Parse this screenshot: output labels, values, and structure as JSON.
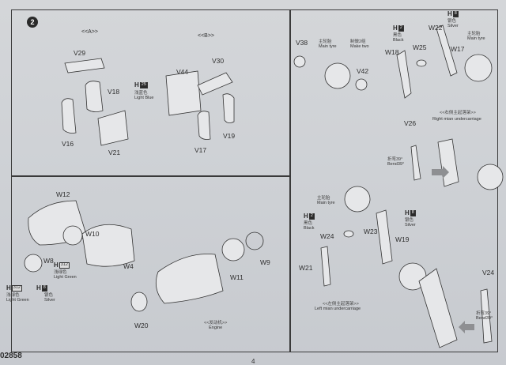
{
  "step_number": "2",
  "section_a_label": "<<A>>",
  "section_b_label": "<<B>>",
  "parts": {
    "v29": "V29",
    "v18": "V18",
    "v16": "V16",
    "v21": "V21",
    "v44": "V44",
    "v30": "V30",
    "v17": "V17",
    "v19": "V19",
    "w12": "W12",
    "w10": "W10",
    "w8": "W8",
    "w4": "W4",
    "w11": "W11",
    "w9": "W9",
    "w20": "W20",
    "v38": "V38",
    "v42": "V42",
    "w22": "W22",
    "w25": "W25",
    "w17": "W17",
    "w18": "W18",
    "v26": "V26",
    "w24": "W24",
    "w23": "W23",
    "w19": "W19",
    "w21": "W21",
    "v24": "V24"
  },
  "paint_light_blue": {
    "h": "H",
    "code": "25",
    "cn": "浅蓝色",
    "name": "Light Blue"
  },
  "paint_silver_top": {
    "h": "H",
    "code": "8",
    "cn": "银色",
    "name": "Silver"
  },
  "paint_black_top": {
    "h": "H",
    "code": "2",
    "cn": "黑色",
    "name": "Black"
  },
  "paint_black_mid": {
    "h": "H",
    "code": "2",
    "cn": "黑色",
    "name": "Black"
  },
  "paint_silver_mid": {
    "h": "H",
    "code": "8",
    "cn": "银色",
    "name": "Silver"
  },
  "paint_light_green_a": {
    "h": "H",
    "code": "312",
    "cn": "浅绿色",
    "name": "Light Green"
  },
  "paint_light_green_b": {
    "h": "H",
    "code": "312",
    "cn": "浅绿色",
    "name": "Light Green"
  },
  "paint_silver_low": {
    "h": "H",
    "code": "8",
    "cn": "银色",
    "name": "Silver"
  },
  "main_tyre_cn": "主轮胎",
  "main_tyre": "Main tyre",
  "make_two_cn": "制做2组",
  "make_two": "Make two",
  "main_tyre_right_cn": "主轮胎",
  "main_tyre_right": "Main tyre",
  "main_tyre_mid_cn": "主轮胎",
  "main_tyre_mid": "Main tyre",
  "right_uc_cn": "<<右侧主起落架>>",
  "right_uc": "Right mian undercarriage",
  "left_uc_cn": "<<左侧主起落架>>",
  "left_uc": "Left mian undercarriage",
  "engine_cn": "<<发动机>>",
  "engine": "Engine",
  "bend_cn": "折弯39°",
  "bend": "Bend39°",
  "bend2_cn": "折弯39°",
  "bend2": "Bend39°",
  "product_code": "02858",
  "page_number": "4"
}
